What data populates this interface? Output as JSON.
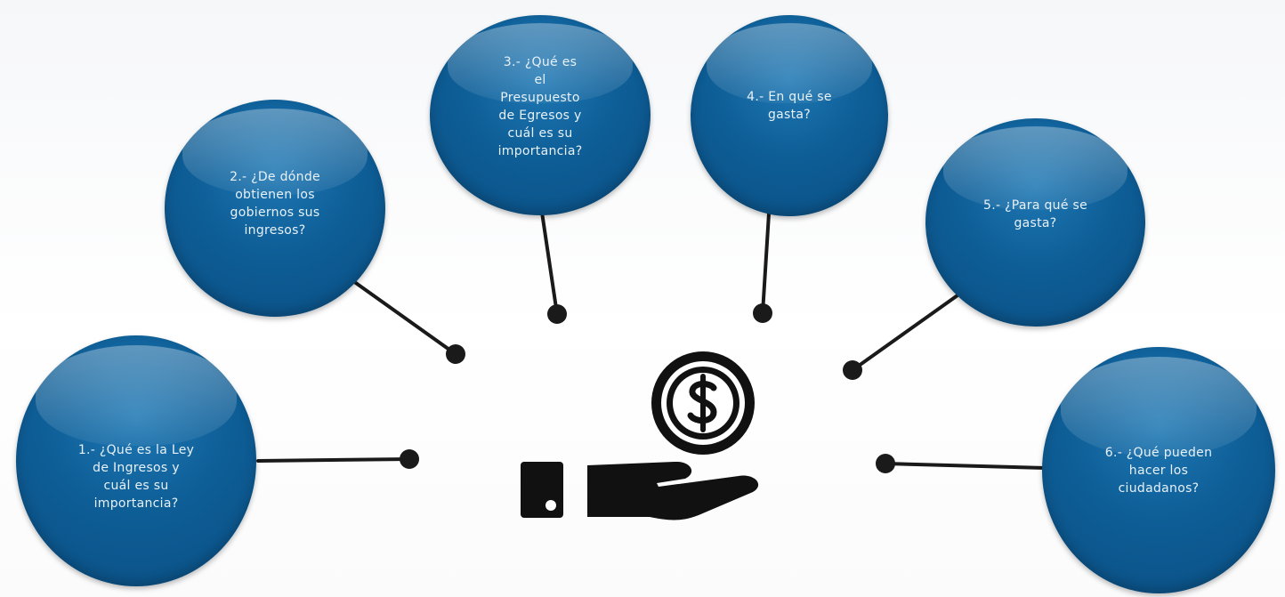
{
  "diagram": {
    "questions": [
      {
        "id": "q1",
        "text": "1.- ¿Qué es la Ley\nde Ingresos y\ncuál es su\nimportancia?"
      },
      {
        "id": "q2",
        "text": "2.- ¿De dónde\nobtienen los\ngobiernos sus\ningresos?"
      },
      {
        "id": "q3",
        "text": "3.- ¿Qué es\nel\nPresupuesto\nde Egresos y\ncuál es su\nimportancia?"
      },
      {
        "id": "q4",
        "text": "4.- En qué se\ngasta?"
      },
      {
        "id": "q5",
        "text": "5.- ¿Para qué se\ngasta?"
      },
      {
        "id": "q6",
        "text": "6.- ¿Qué pueden\nhacer los\nciudadanos?"
      }
    ],
    "center_icon": "hand-holding-dollar-coin-icon",
    "colors": {
      "bubble": "#0e5e97",
      "bubble_text": "#e8f1f8",
      "connector": "#1a1a1a",
      "icon": "#111111"
    }
  }
}
